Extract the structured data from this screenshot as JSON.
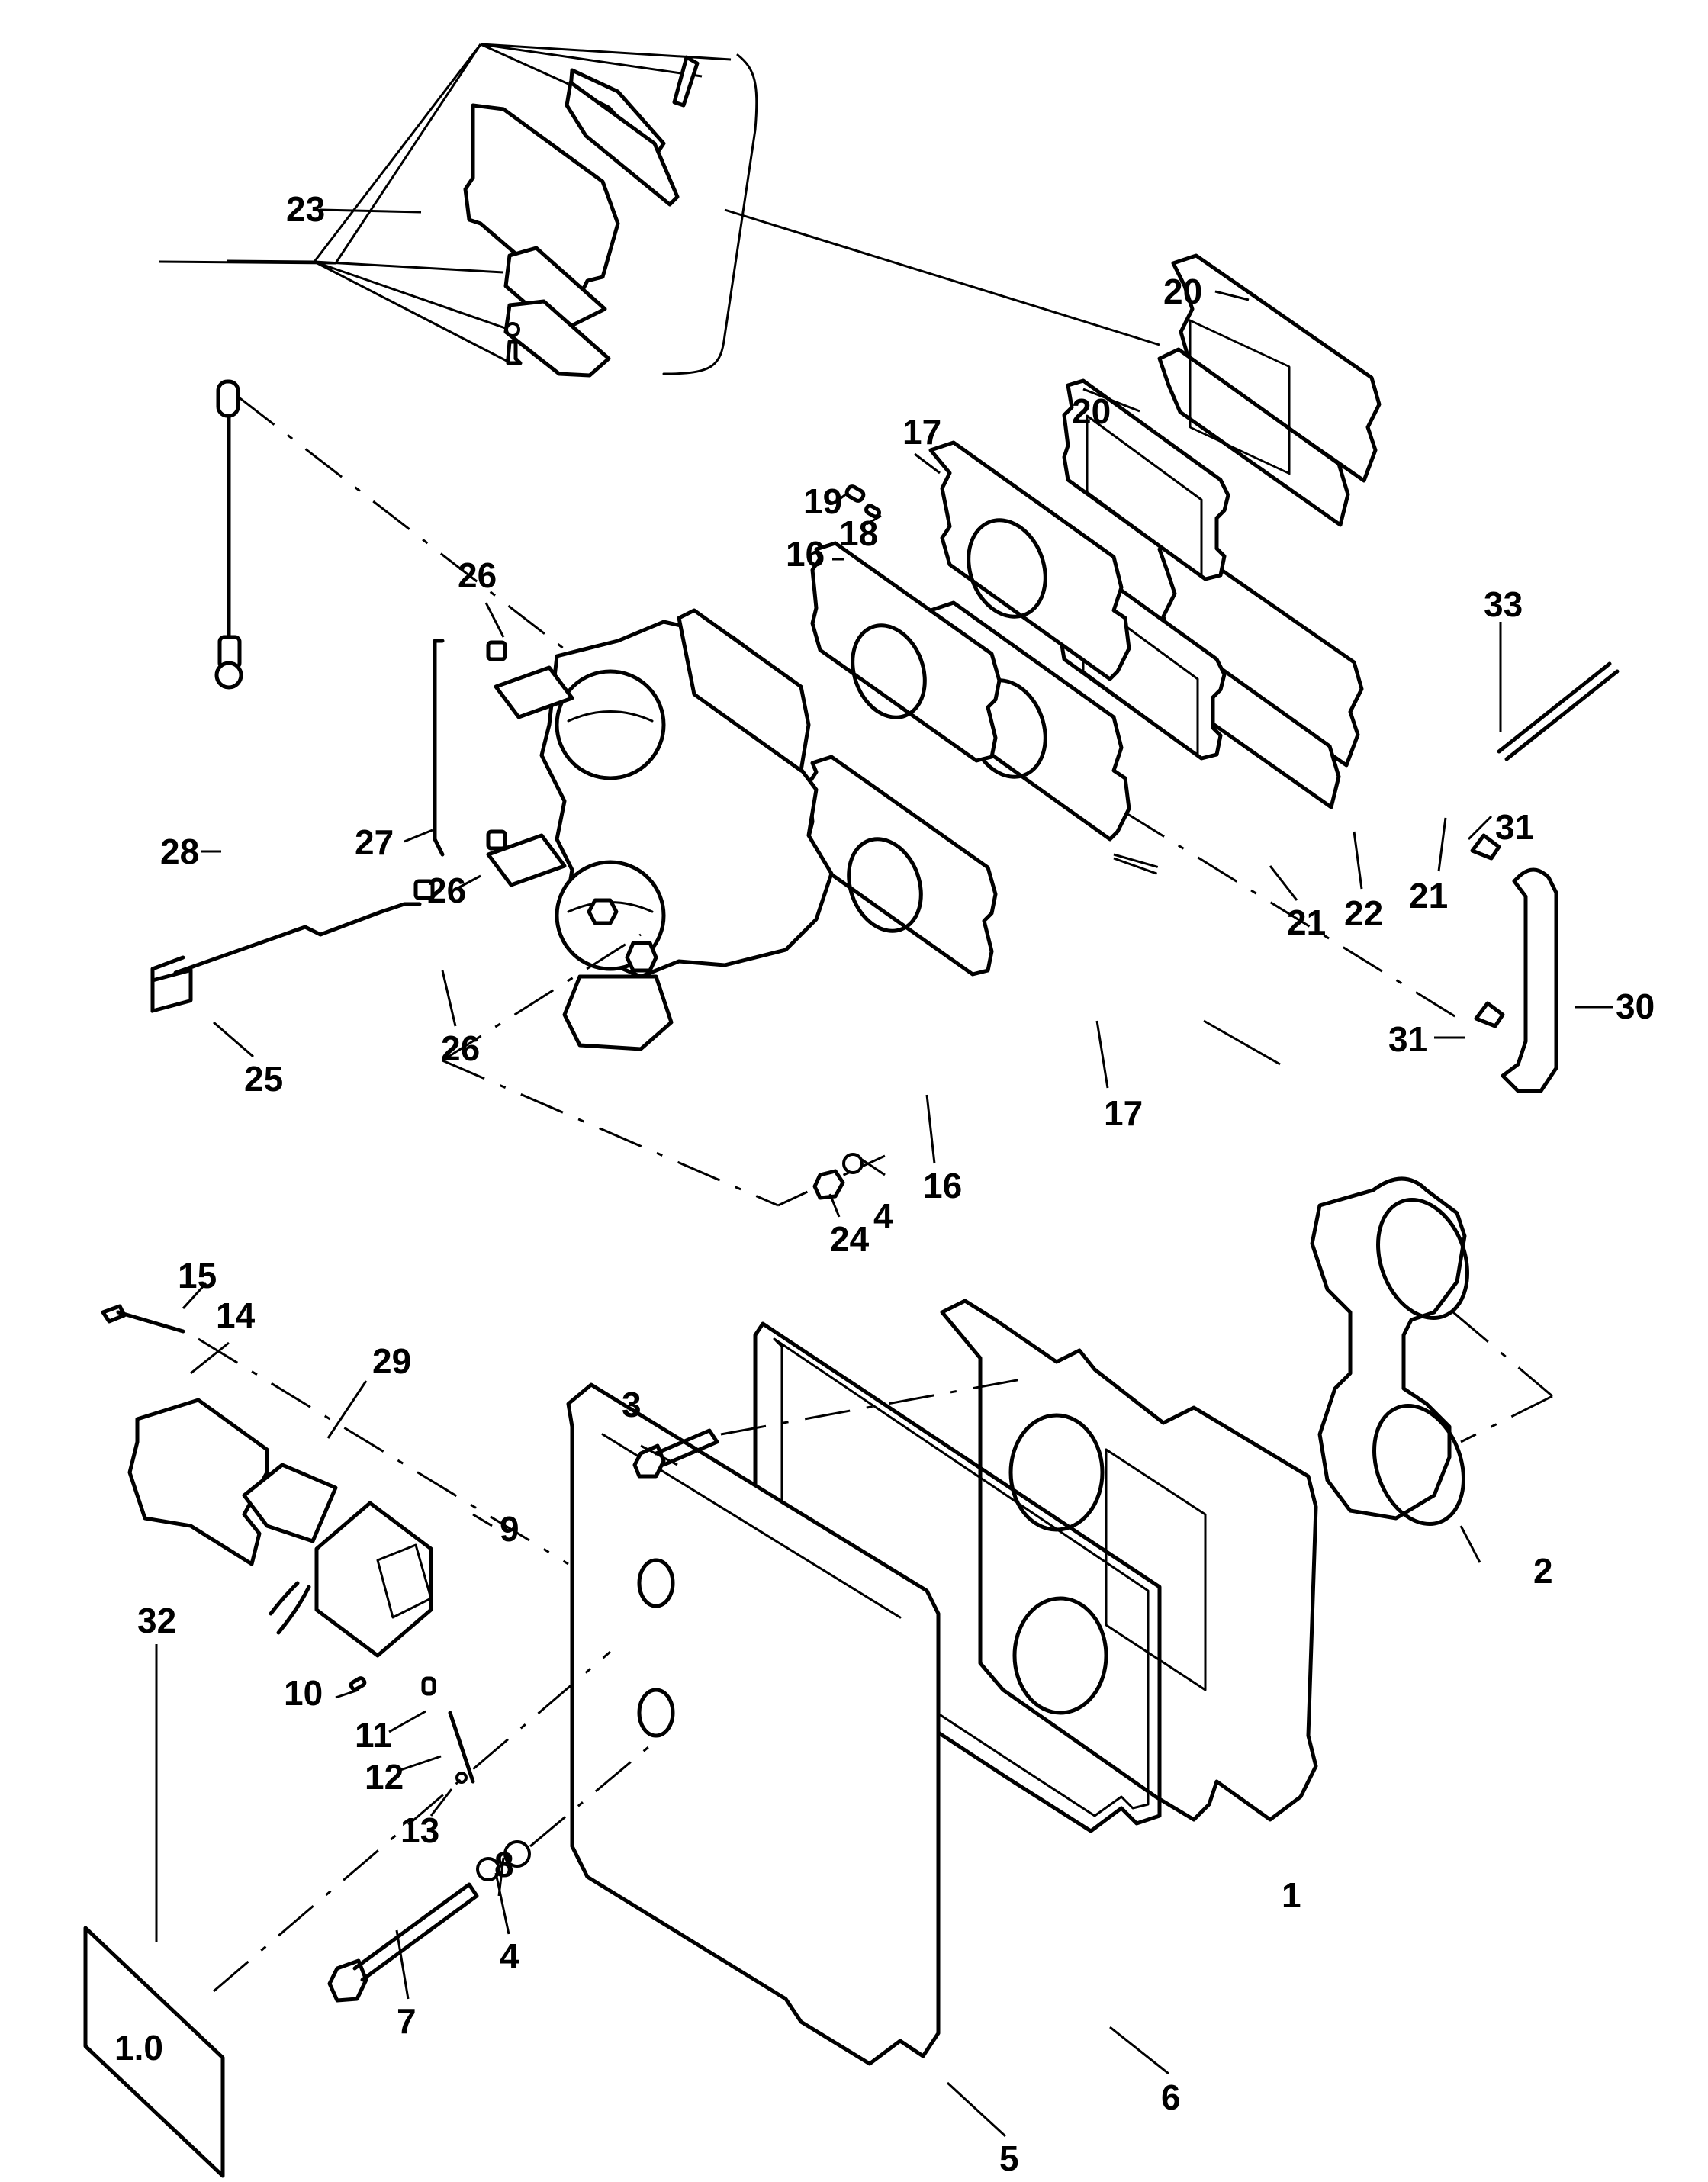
{
  "diagram": {
    "title": "Exploded parts diagram - carburetor / intake manifold assembly",
    "callouts": [
      {
        "id": "1",
        "label": "1"
      },
      {
        "id": "2",
        "label": "2"
      },
      {
        "id": "3",
        "label": "3"
      },
      {
        "id": "4a",
        "label": "4"
      },
      {
        "id": "4b",
        "label": "4"
      },
      {
        "id": "5",
        "label": "5"
      },
      {
        "id": "6",
        "label": "6"
      },
      {
        "id": "7",
        "label": "7"
      },
      {
        "id": "8",
        "label": "8"
      },
      {
        "id": "9",
        "label": "9"
      },
      {
        "id": "10",
        "label": "10"
      },
      {
        "id": "11",
        "label": "11"
      },
      {
        "id": "12",
        "label": "12"
      },
      {
        "id": "13",
        "label": "13"
      },
      {
        "id": "14",
        "label": "14"
      },
      {
        "id": "15",
        "label": "15"
      },
      {
        "id": "16a",
        "label": "16"
      },
      {
        "id": "16b",
        "label": "16"
      },
      {
        "id": "17a",
        "label": "17"
      },
      {
        "id": "17b",
        "label": "17"
      },
      {
        "id": "18",
        "label": "18"
      },
      {
        "id": "19",
        "label": "19"
      },
      {
        "id": "20a",
        "label": "20"
      },
      {
        "id": "20b",
        "label": "20"
      },
      {
        "id": "21a",
        "label": "21"
      },
      {
        "id": "21b",
        "label": "21"
      },
      {
        "id": "22",
        "label": "22"
      },
      {
        "id": "23",
        "label": "23"
      },
      {
        "id": "24",
        "label": "24"
      },
      {
        "id": "25",
        "label": "25"
      },
      {
        "id": "26a",
        "label": "26"
      },
      {
        "id": "26b",
        "label": "26"
      },
      {
        "id": "26c",
        "label": "26"
      },
      {
        "id": "27",
        "label": "27"
      },
      {
        "id": "28",
        "label": "28"
      },
      {
        "id": "29",
        "label": "29"
      },
      {
        "id": "30",
        "label": "30"
      },
      {
        "id": "31a",
        "label": "31"
      },
      {
        "id": "31b",
        "label": "31"
      },
      {
        "id": "32",
        "label": "32"
      },
      {
        "id": "33",
        "label": "33"
      }
    ],
    "decal_text": "1.0"
  }
}
